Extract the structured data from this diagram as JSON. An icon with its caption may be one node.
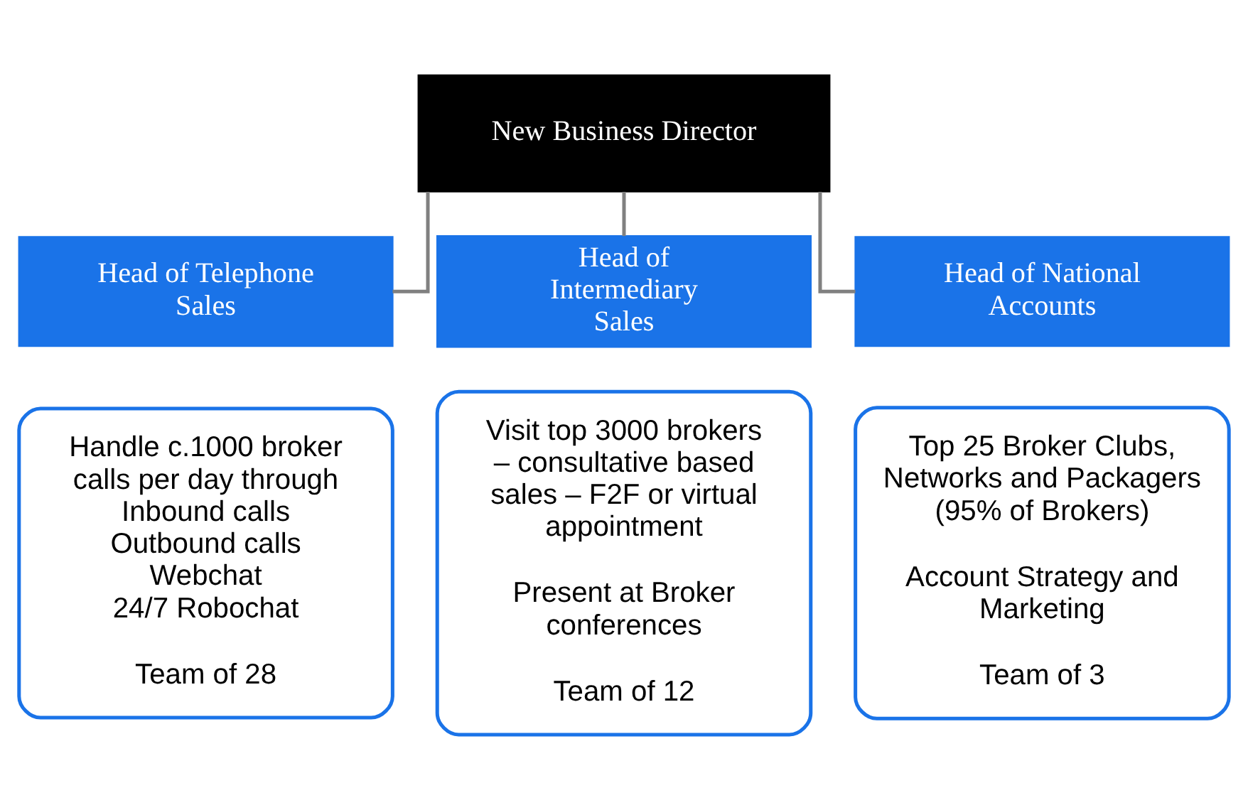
{
  "diagram": {
    "nodes": [
      {
        "text": [
          "New Business Director"
        ]
      },
      {
        "text": [
          "Head of Telephone Sales"
        ]
      },
      {
        "text": [
          "Head of Intermediary Sales"
        ]
      },
      {
        "text": [
          "Head of National Accounts"
        ]
      },
      {
        "text": [
          "Handle c.1000 broker calls per day through",
          "Inbound calls",
          "Outbound calls",
          "Webchat",
          "24/7 Robochat",
          "Team of 28"
        ]
      },
      {
        "text": [
          "Visit top 3000 brokers – consultative based sales – F2F or virtual appointment",
          "Present at Broker conferences",
          "Team of 12"
        ]
      },
      {
        "text": [
          "Top 25 Broker Clubs, Networks and Packagers (95% of Brokers)",
          "Account Strategy and Marketing",
          "Team of 3"
        ]
      }
    ],
    "edges": [
      {
        "from": 0,
        "to": 1,
        "arrow": "none"
      },
      {
        "from": 0,
        "to": 2,
        "arrow": "none"
      },
      {
        "from": 0,
        "to": 3,
        "arrow": "none"
      }
    ]
  }
}
